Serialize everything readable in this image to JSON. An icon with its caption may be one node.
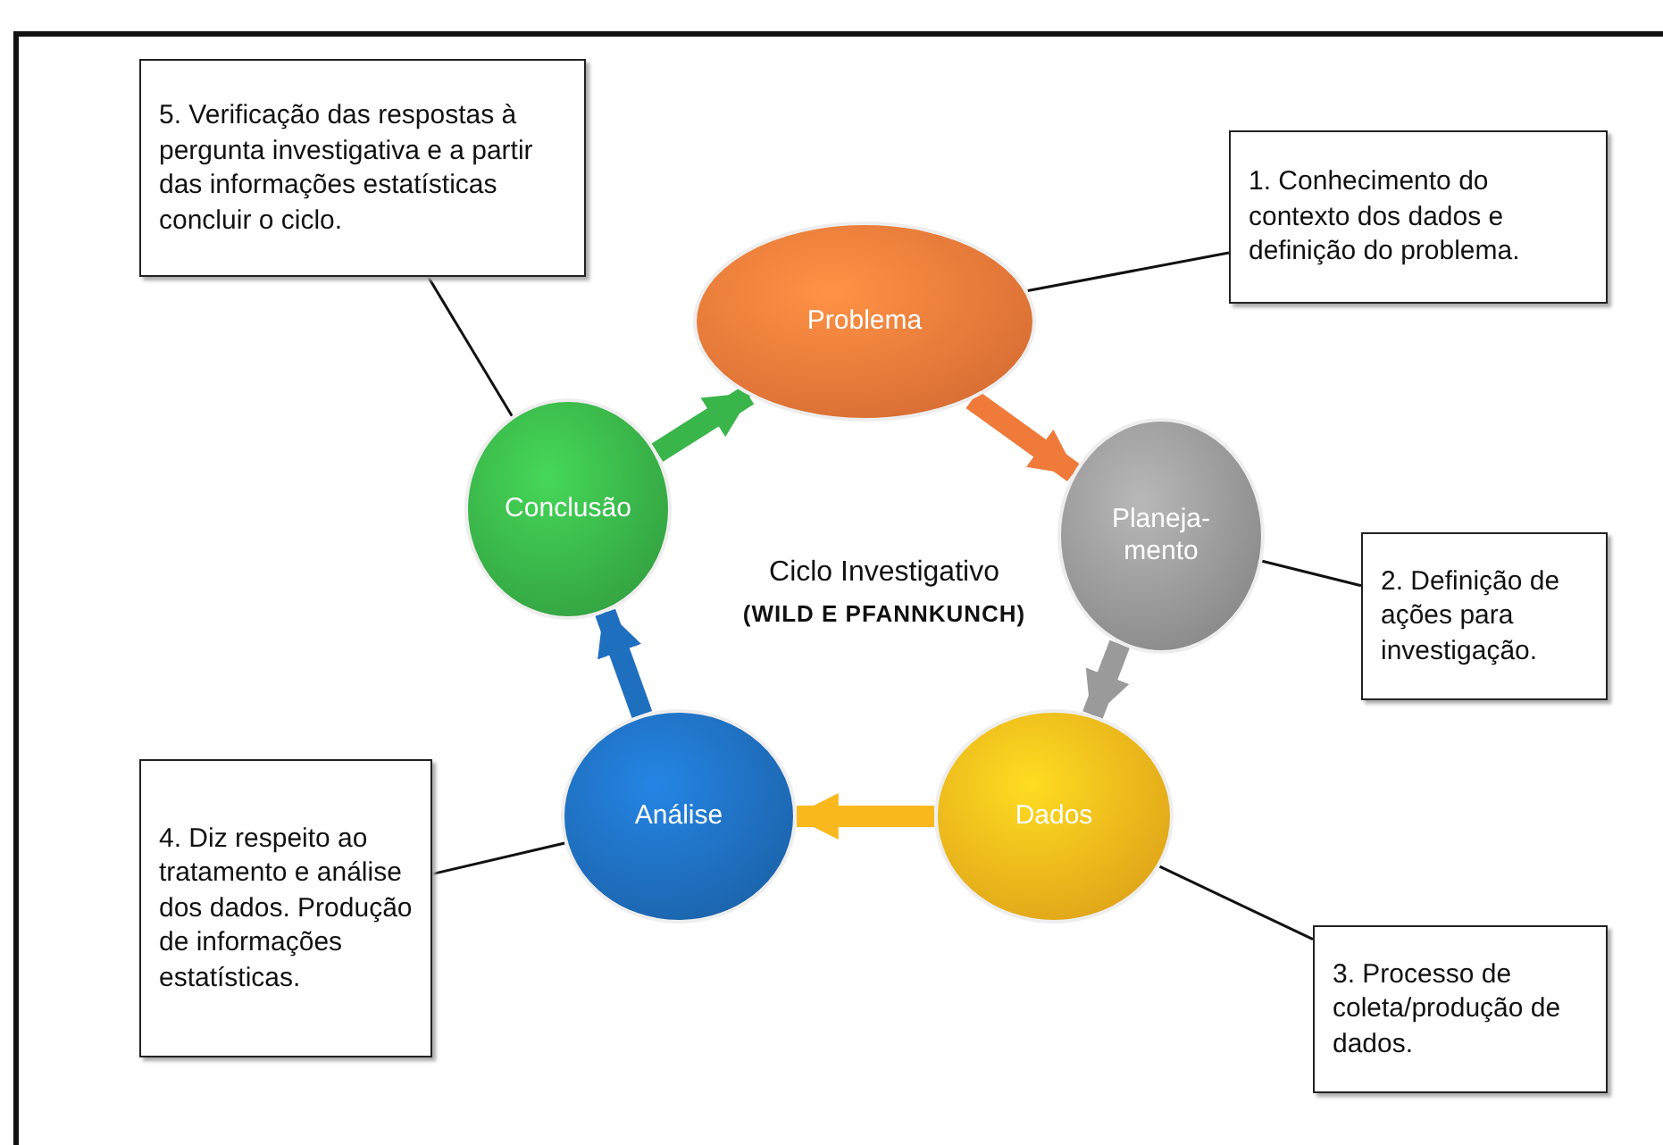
{
  "diagram": {
    "title": "Ciclo Investigativo",
    "nodes": [
      {
        "text": [
          "Problema"
        ]
      },
      {
        "text": [
          "Planeja- mento"
        ]
      },
      {
        "text": [
          "Dados"
        ]
      },
      {
        "text": [
          "Análise"
        ]
      },
      {
        "text": [
          "Conclusão"
        ]
      },
      {
        "text": [
          "5. Verificação das respostas à pergunta investigativa e a partir das informações estatísticas concluir o ciclo."
        ]
      },
      {
        "text": [
          "1. Conhecimento do contexto dos dados e definição do problema."
        ]
      },
      {
        "text": [
          "2. Definição de ações para investigação."
        ]
      },
      {
        "text": [
          "4. Diz respeito ao tratamento e análise dos dados. Produção de informações estatísticas."
        ]
      },
      {
        "text": [
          "3. Processo de coleta/produção de dados."
        ]
      }
    ],
    "edges": [
      {
        "from": 4,
        "to": 0,
        "arrow": "to",
        "style": "thick",
        "color": "#3ab54a"
      },
      {
        "from": 0,
        "to": 1,
        "arrow": "to",
        "style": "thick",
        "color": "#f07a3a"
      },
      {
        "from": 1,
        "to": 2,
        "arrow": "to",
        "style": "thick",
        "color": "#9a9a9a"
      },
      {
        "from": 2,
        "to": 3,
        "arrow": "to",
        "style": "thick",
        "color": "#f9b81c"
      },
      {
        "from": 3,
        "to": 4,
        "arrow": "to",
        "style": "thick",
        "color": "#1f6fbf"
      },
      {
        "from": 5,
        "to": 4,
        "arrow": "none"
      },
      {
        "from": 6,
        "to": 0,
        "arrow": "none"
      },
      {
        "from": 7,
        "to": 1,
        "arrow": "none"
      },
      {
        "from": 8,
        "to": 3,
        "arrow": "none"
      },
      {
        "from": 9,
        "to": 2,
        "arrow": "none"
      }
    ],
    "labels": [
      "(WILD E PFANNKUNCH)"
    ]
  }
}
